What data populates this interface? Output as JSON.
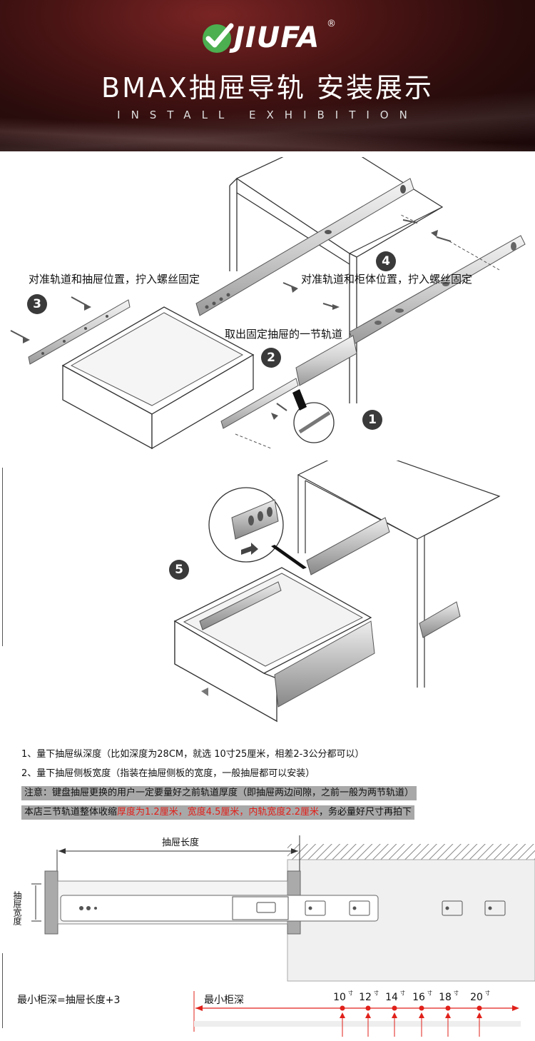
{
  "header": {
    "brand": "JIUFA",
    "registered": "®",
    "title": "BMAX抽屉导轨  安装展示",
    "subtitle": "INSTALL EXHIBITION"
  },
  "steps": {
    "s1": {
      "number": "1"
    },
    "s2": {
      "number": "2",
      "label": "取出固定抽屉的一节轨道"
    },
    "s3": {
      "number": "3",
      "label": "对准轨道和抽屉位置，拧入螺丝固定"
    },
    "s4": {
      "number": "4",
      "label": "对准轨道和柜体位置，拧入螺丝固定"
    },
    "s5": {
      "number": "5"
    }
  },
  "notes": {
    "line1": "1、量下抽屉纵深度（比如深度为28CM，就选 10寸25厘米，相差2-3公分都可以）",
    "line2": "2、量下抽屉侧板宽度（指装在抽屉侧板的宽度，一般抽屉都可以安装）",
    "line3": "注意：键盘抽屉更换的用户一定要量好之前轨道厚度（即抽屉两边间隙，之前一般为两节轨道）",
    "line4_a": "本店三节轨道整体收缩",
    "line4_b": "厚度为1.2厘米，宽度4.5厘米，内轨宽度2.2厘米",
    "line4_c": "，务必量好尺寸再拍下"
  },
  "diagram": {
    "length_label": "抽屉长度",
    "width_label": "抽屉宽度",
    "formula": "最小柜深=抽屉长度+3",
    "min_depth_label": "最小柜深",
    "sizes": [
      "10",
      "12",
      "14",
      "16",
      "18",
      "20"
    ],
    "size_unit": "寸"
  },
  "colors": {
    "accent_red": "#e0201a",
    "badge": "#3a3a3a",
    "highlight": "#a8a8a8"
  }
}
